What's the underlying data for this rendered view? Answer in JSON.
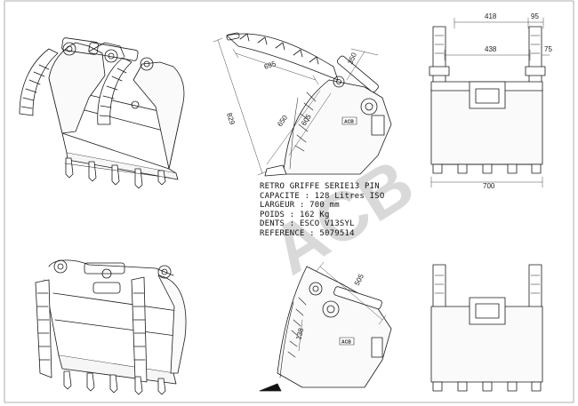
{
  "watermark": {
    "text": "ACB"
  },
  "spec_block": {
    "lines": [
      "RETRO GRIFFE SERIE13 PIN",
      "CAPACITE : 128 Litres ISO",
      "LARGEUR : 700 mm",
      "POIDS : 162 Kg",
      "DENTS : ESCO V13SYL",
      "REFERENCE : 5079514"
    ]
  },
  "side_view_top": {
    "dims": {
      "d1": "695",
      "d2": "350",
      "d3": "829",
      "d4": "650",
      "d5": "605"
    },
    "badge": "ACB"
  },
  "front_view_top": {
    "dims": {
      "top_left": "418",
      "top_right": "95",
      "mid": "438",
      "mid_right": "75",
      "bottom": "700"
    }
  },
  "side_view_bottom": {
    "dims": {
      "d1": "505",
      "d2": "138"
    },
    "badge": "ACB"
  }
}
